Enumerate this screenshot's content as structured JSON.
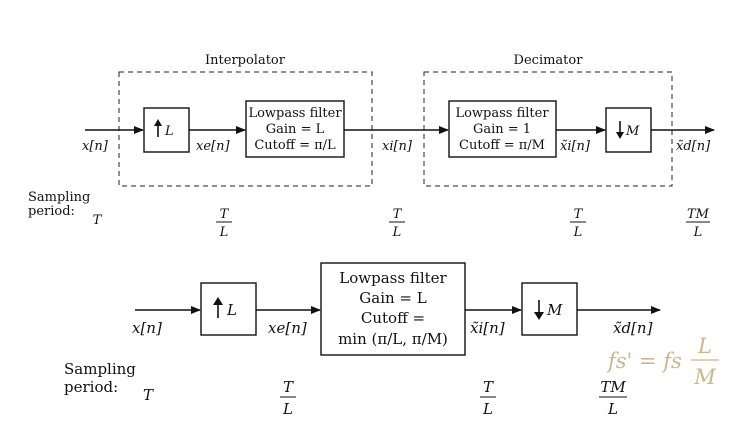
{
  "top": {
    "interpolator_title": "Interpolator",
    "decimator_title": "Decimator",
    "upsampler_label": "L",
    "filter1": {
      "line1": "Lowpass filter",
      "line2": "Gain = L",
      "line3": "Cutoff = π/L"
    },
    "filter2": {
      "line1": "Lowpass filter",
      "line2": "Gain = 1",
      "line3": "Cutoff = π/M"
    },
    "downsampler_label": "M",
    "signals": {
      "x": "x[n]",
      "xe": "xe[n]",
      "xi": "xi[n]",
      "xti": "x̃i[n]",
      "xtd": "x̃d[n]"
    },
    "sampling_label_1": "Sampling",
    "sampling_label_2": "period:",
    "periods": [
      {
        "num": "T",
        "den": ""
      },
      {
        "num": "T",
        "den": "L"
      },
      {
        "num": "T",
        "den": "L"
      },
      {
        "num": "T",
        "den": "L"
      },
      {
        "num": "TM",
        "den": "L"
      }
    ]
  },
  "bottom": {
    "upsampler_label": "L",
    "filter": {
      "line1": "Lowpass filter",
      "line2": "Gain = L",
      "line3": "Cutoff =",
      "line4": "min (π/L, π/M)"
    },
    "downsampler_label": "M",
    "signals": {
      "x": "x[n]",
      "xe": "xe[n]",
      "xti": "x̃i[n]",
      "xtd": "x̃d[n]"
    },
    "sampling_label_1": "Sampling",
    "sampling_label_2": "period:",
    "periods": [
      {
        "num": "T",
        "den": ""
      },
      {
        "num": "T",
        "den": "L"
      },
      {
        "num": "T",
        "den": "L"
      },
      {
        "num": "TM",
        "den": "L"
      }
    ]
  },
  "formula": {
    "lhs": "fs' = fs",
    "num": "L",
    "den": "M"
  }
}
